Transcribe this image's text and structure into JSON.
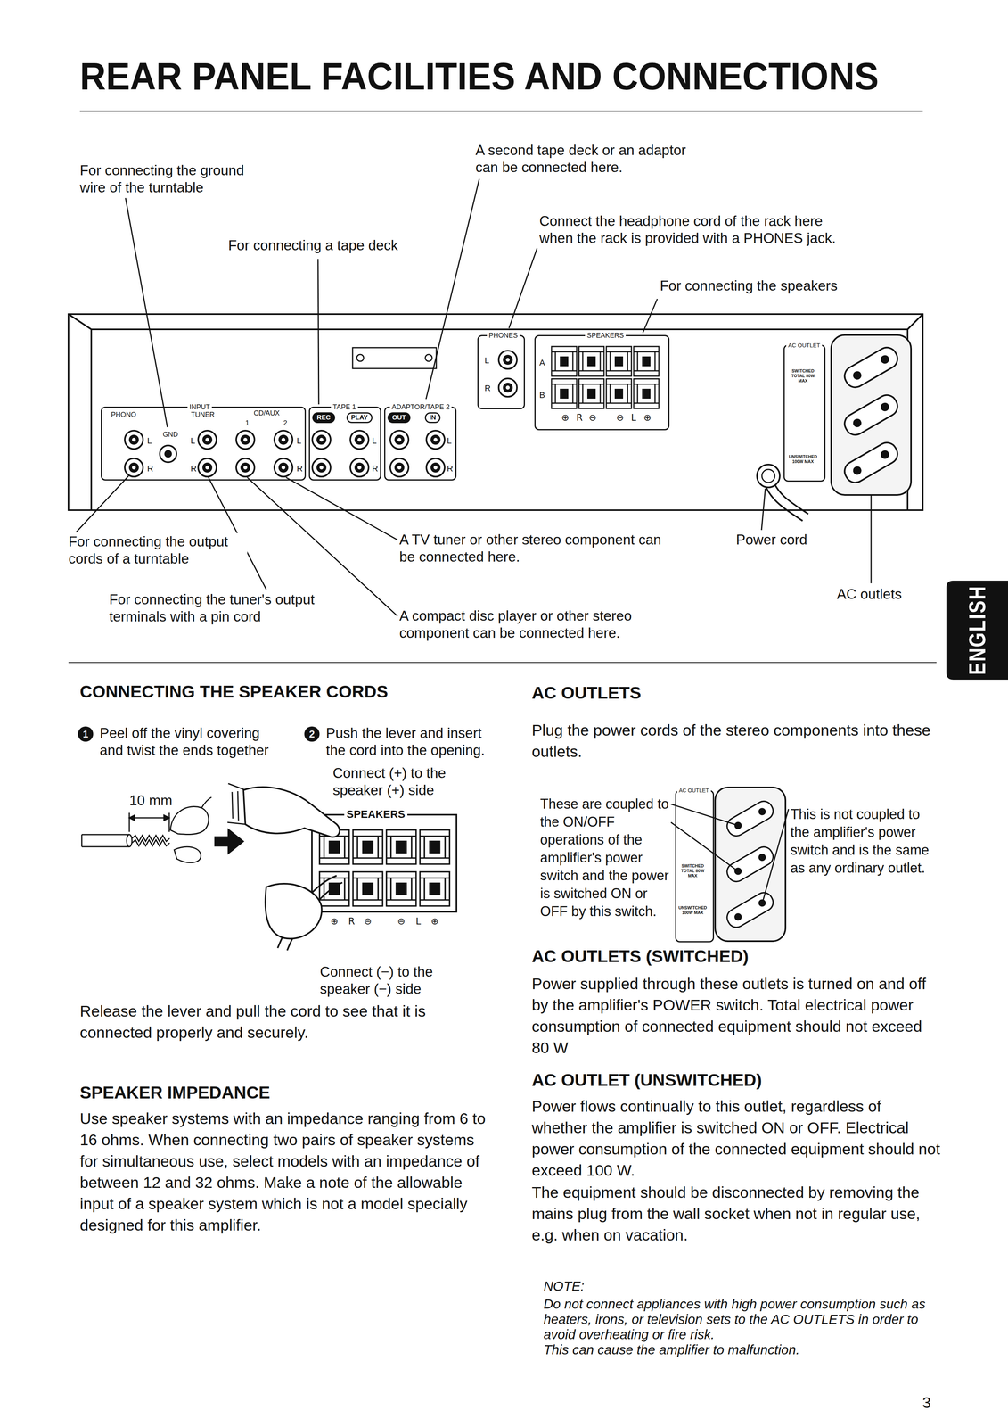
{
  "diagram": {
    "title": "REAR PANEL FACILITIES AND CONNECTIONS",
    "nodes": [
      {
        "text": [
          "INPUT",
          "PHONO",
          "TUNER",
          "CD/AUX",
          "1",
          "2",
          "GND",
          "L",
          "R",
          "L",
          "R",
          "L",
          "R"
        ]
      },
      {
        "text": [
          "TAPE 1",
          "REC",
          "PLAY",
          "L",
          "R"
        ]
      },
      {
        "text": [
          "ADAPTOR/TAPE 2",
          "OUT",
          "IN",
          "L",
          "R"
        ]
      },
      {
        "text": [
          "PHONES",
          "L",
          "R"
        ]
      },
      {
        "text": [
          "SPEAKERS",
          "A",
          "B",
          "⊕",
          "R",
          "⊖",
          "⊖",
          "L",
          "⊕"
        ]
      },
      {
        "text": [
          "AC OUTLET",
          "SWITCHED TOTAL 80W MAX",
          "UNSWITCHED 100W MAX"
        ]
      },
      {
        "text": [
          "AC OUTLET",
          "SWITCHED TOTAL 80W MAX",
          "UNSWITCHED 100W MAX"
        ]
      }
    ],
    "labels": [
      "For connecting the ground wire of the turntable",
      "For connecting a tape deck",
      "A second tape deck or an adaptor can be connected here.",
      "Connect the headphone cord of the rack here when the rack is provided with a PHONES jack.",
      "For connecting the speakers",
      "For connecting the output cords of a turntable",
      "A TV tuner or other stereo component can be connected here.",
      "Power cord",
      "For connecting the tuner's output terminals with a pin cord",
      "A compact disc player or other stereo component can be connected here.",
      "AC outlets",
      "ENGLISH",
      "CONNECTING THE SPEAKER CORDS",
      "1",
      "Peel off the vinyl covering and twist the ends together",
      "2",
      "Push the lever and insert the cord into the opening.",
      "Connect (+) to the speaker (+) side",
      "10 mm",
      "SPEAKERS",
      "⊕",
      "R",
      "⊖",
      "⊖",
      "L",
      "⊕",
      "Connect (−) to the speaker (−) side",
      "Release the lever and pull the cord to see that it is connected properly and securely.",
      "SPEAKER IMPEDANCE",
      "Use speaker systems with an impedance ranging from 6 to 16 ohms. When connecting two pairs of speaker systems for simultaneous use, select models with an impedance of between 12 and 32 ohms. Make a note of the allowable input of a speaker system which is not a model specially designed for this amplifier.",
      "AC OUTLETS",
      "Plug the power cords of the stereo components into these outlets.",
      "These are coupled to the ON/OFF operations of the amplifier's power switch and the power is switched ON or OFF by this switch.",
      "This is not coupled to the amplifier's power switch and is the same as any ordinary outlet.",
      "AC OUTLETS (SWITCHED)",
      "Power supplied through these outlets is turned on and off by the amplifier's POWER switch. Total electrical power consumption of connected equipment should not exceed 80 W",
      "AC OUTLET (UNSWITCHED)",
      "Power flows continually to this outlet, regardless of whether the amplifier is switched ON or OFF. Electrical power consumption of the connected equipment should not exceed 100 W.",
      "The equipment should be disconnected by removing the mains plug from the wall socket when not in regular use, e.g. when on vacation.",
      "NOTE:",
      "Do not connect appliances with high power consumption such as heaters, irons, or television sets to the AC OUTLETS in order to avoid overheating or fire risk.",
      "This can cause the amplifier to malfunction.",
      "3"
    ]
  }
}
